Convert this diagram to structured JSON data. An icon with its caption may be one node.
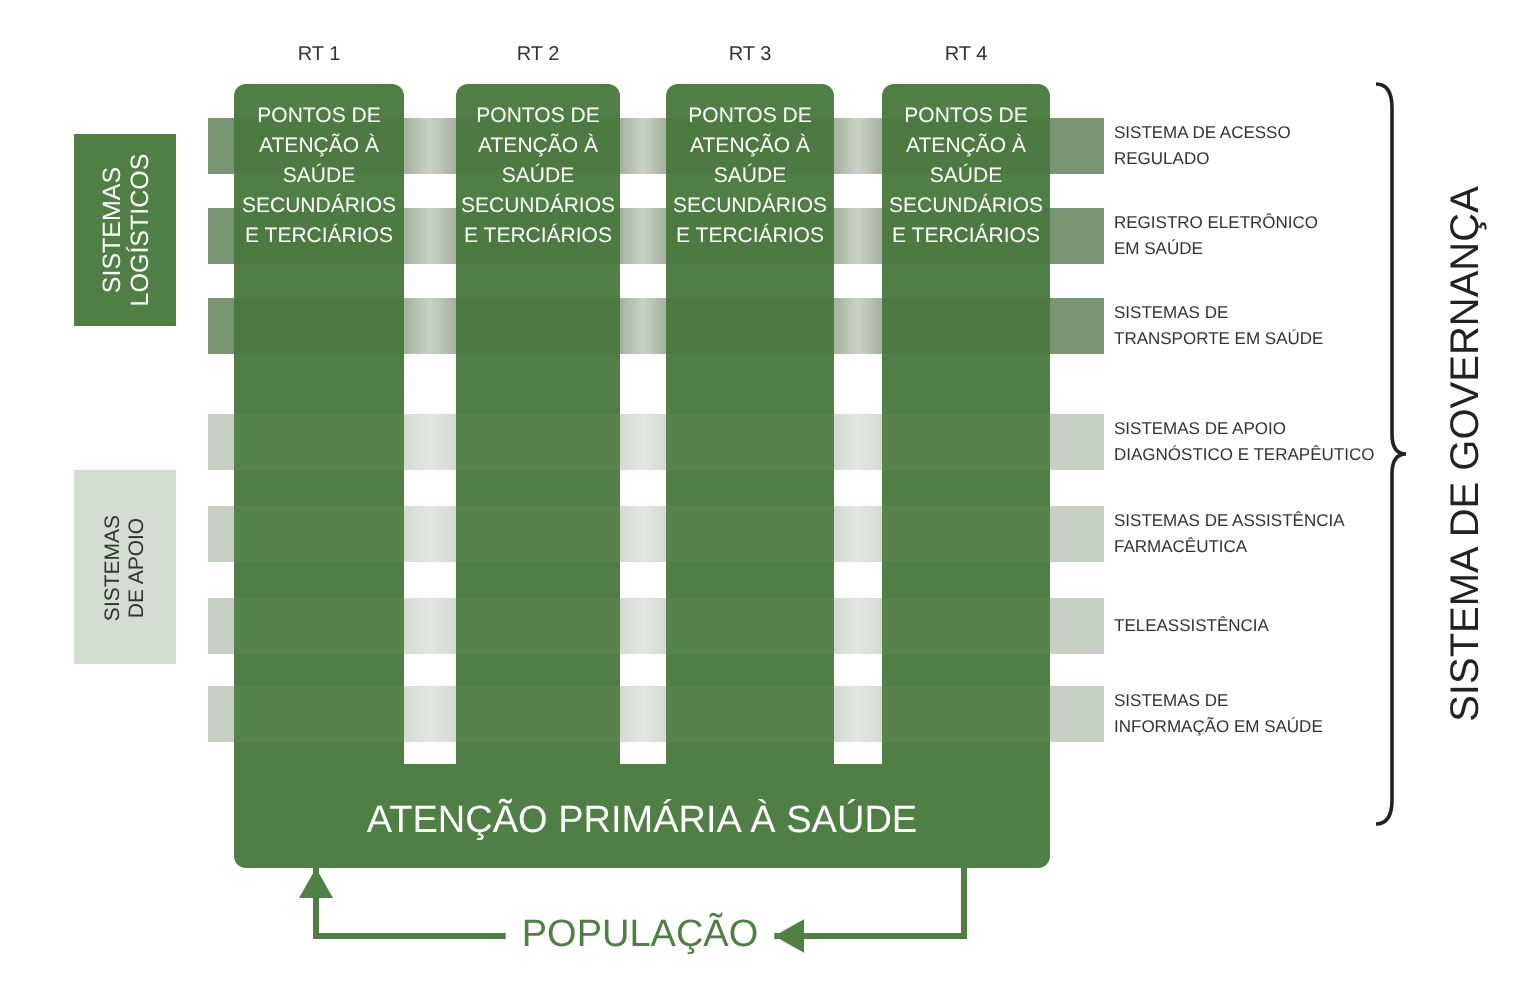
{
  "diagram": {
    "nodes": [
      {
        "text": [
          "SISTEMAS LOGÍSTICOS"
        ]
      },
      {
        "text": [
          "SISTEMAS DE APOIO"
        ]
      },
      {
        "text": [
          "RT 1",
          "PONTOS DE ATENÇÃO À SAÚDE SECUNDÁRIOS E TERCIÁRIOS"
        ]
      },
      {
        "text": [
          "RT 2",
          "PONTOS DE ATENÇÃO À SAÚDE SECUNDÁRIOS E TERCIÁRIOS"
        ]
      },
      {
        "text": [
          "RT 3",
          "PONTOS DE ATENÇÃO À SAÚDE SECUNDÁRIOS E TERCIÁRIOS"
        ]
      },
      {
        "text": [
          "RT 4",
          "PONTOS DE ATENÇÃO À SAÚDE SECUNDÁRIOS E TERCIÁRIOS"
        ]
      },
      {
        "text": [],
        "shape": "bar",
        "beside": [
          "SISTEMA DE ACESSO REGULADO"
        ]
      },
      {
        "text": [],
        "shape": "bar",
        "beside": [
          "REGISTRO ELETRÔNICO EM SAÚDE"
        ]
      },
      {
        "text": [],
        "shape": "bar",
        "beside": [
          "SISTEMAS DE TRANSPORTE EM SAÚDE"
        ]
      },
      {
        "text": [],
        "shape": "bar",
        "beside": [
          "SISTEMAS DE APOIO DIAGNÓSTICO E TERAPÊUTICO"
        ]
      },
      {
        "text": [],
        "shape": "bar",
        "beside": [
          "SISTEMAS DE ASSISTÊNCIA FARMACÊUTICA"
        ]
      },
      {
        "text": [],
        "shape": "bar",
        "beside": [
          "TELEASSISTÊNCIA"
        ]
      },
      {
        "text": [],
        "shape": "bar",
        "beside": [
          "SISTEMAS DE INFORMAÇÃO EM SAÚDE"
        ]
      },
      {
        "text": [
          "ATENÇÃO PRIMÁRIA À SAÚDE"
        ]
      },
      {
        "text": [
          "POPULAÇÃO"
        ]
      }
    ],
    "edges": [
      {
        "from": 13,
        "to": 14,
        "arrow": "to"
      },
      {
        "from": 14,
        "to": 13,
        "arrow": "to"
      }
    ],
    "labels": [
      "SISTEMA DE GOVERNANÇA"
    ]
  }
}
